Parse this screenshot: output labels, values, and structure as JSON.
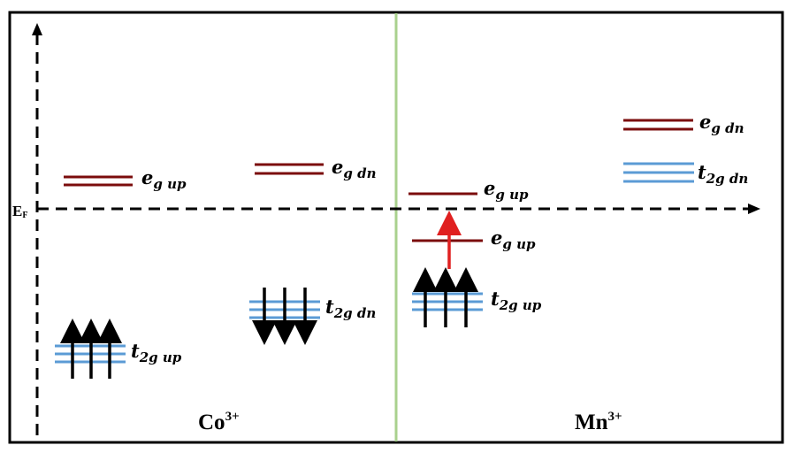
{
  "colors": {
    "eg_level": "#7b0c0c",
    "t2g_level": "#5b9bd5",
    "spin_arrow": "#000000",
    "excitation_arrow": "#e02020",
    "divider": "#a9d18e",
    "frame": "#000000"
  },
  "fermi_label": {
    "main": "E",
    "sub": "F"
  },
  "ions": {
    "co": {
      "symbol": "Co",
      "charge": "3+"
    },
    "mn": {
      "symbol": "Mn",
      "charge": "3+"
    }
  },
  "levels": {
    "co_eg_up": {
      "main": "e",
      "sub": "g up"
    },
    "co_eg_dn": {
      "main": "e",
      "sub": "g dn"
    },
    "co_t2g_up": {
      "main": "t",
      "sub": "2g up"
    },
    "co_t2g_dn": {
      "main": "t",
      "sub": "2g dn"
    },
    "mn_eg_up_1": {
      "main": "e",
      "sub": "g up"
    },
    "mn_eg_up_2": {
      "main": "e",
      "sub": "g up"
    },
    "mn_t2g_up": {
      "main": "t",
      "sub": "2g up"
    },
    "mn_eg_dn": {
      "main": "e",
      "sub": "g dn"
    },
    "mn_t2g_dn": {
      "main": "t",
      "sub": "2g dn"
    }
  }
}
